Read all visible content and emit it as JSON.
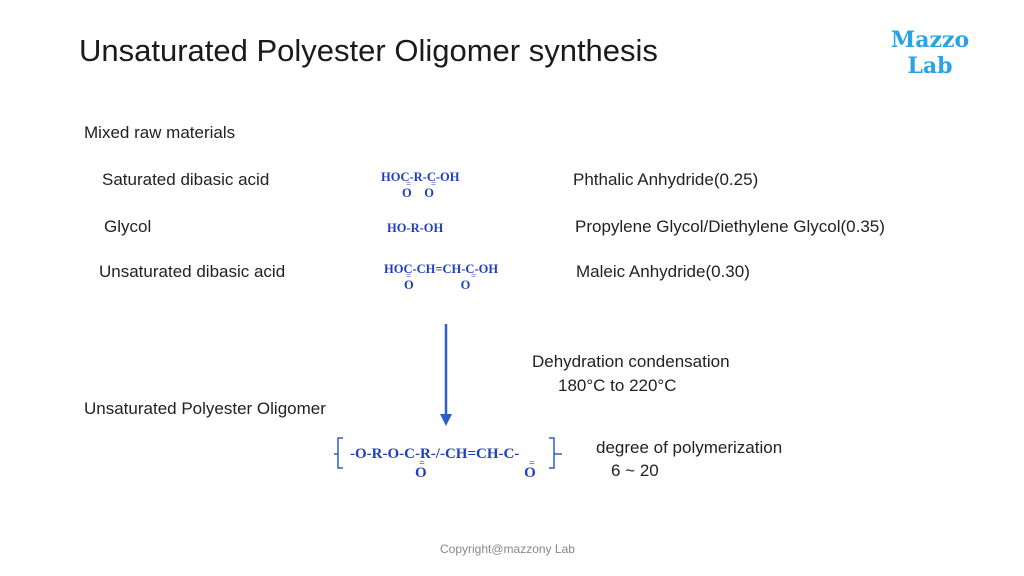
{
  "title": "Unsaturated Polyester Oligomer synthesis",
  "logo": {
    "line1": "Mazzo",
    "line2": "Lab"
  },
  "section_label": "Mixed raw materials",
  "materials": [
    {
      "name": "Saturated dibasic acid",
      "formula": "HOC-R-C-OH",
      "formula_sub": "O    O",
      "product": "Phthalic Anhydride(0.25)"
    },
    {
      "name": "Glycol",
      "formula": "HO-R-OH",
      "formula_sub": "",
      "product": "Propylene Glycol/Diethylene Glycol(0.35)"
    },
    {
      "name": "Unsaturated dibasic acid",
      "formula": "HOC-CH=CH-C-OH",
      "formula_sub": "O               O",
      "product": "Maleic Anhydride(0.30)"
    }
  ],
  "reaction": {
    "label": "Dehydration condensation",
    "temperature": "180°C to 220°C"
  },
  "oligomer_label": "Unsaturated Polyester Oligomer",
  "polymer_formula": "-O-R-O-C-R-/-CH=CH-C-",
  "polymer_formula_sub": "O                          O",
  "polymerization": {
    "label": "degree of polymerization",
    "value": "6 ~ 20"
  },
  "copyright": "Copyright@mazzony Lab",
  "colors": {
    "accent": "#1f3fbf",
    "logo": "#29a3e6",
    "text": "#222222"
  }
}
